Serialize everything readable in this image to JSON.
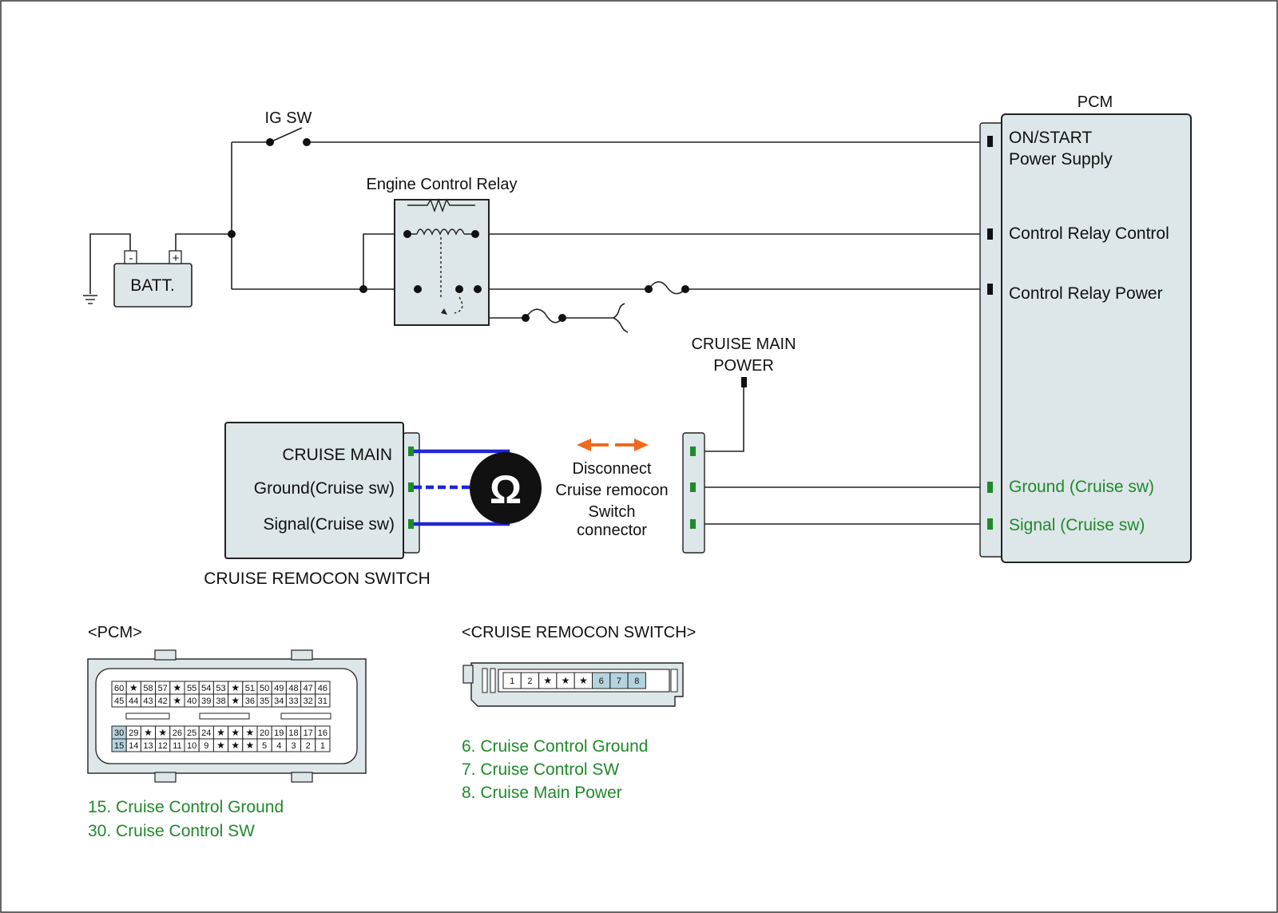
{
  "colors": {
    "wire": "#222222",
    "green": "#1f8a2a",
    "blue_wire": "#1f25d6",
    "orange": "#ee6a1d",
    "panel": "#dde6e9",
    "pin_highlight": "#b5d3df"
  },
  "labels": {
    "ig_sw": "IG SW",
    "pcm_title": "PCM",
    "engine_relay": "Engine Control Relay",
    "batt": "BATT.",
    "batt_minus": "-",
    "batt_plus": "+",
    "on_start_1": "ON/START",
    "on_start_2": "Power Supply",
    "control_relay_control": "Control Relay Control",
    "control_relay_power": "Control Relay Power",
    "cruise_main_power_1": "CRUISE MAIN",
    "cruise_main_power_2": "POWER",
    "pcm_ground": "Ground (Cruise sw)",
    "pcm_signal": "Signal (Cruise sw)",
    "sw_cruise_main": "CRUISE MAIN",
    "sw_ground": "Ground(Cruise sw)",
    "sw_signal": "Signal(Cruise sw)",
    "sw_title": "CRUISE REMOCON SWITCH",
    "ohm": "Ω",
    "disconnect_1": "Disconnect",
    "disconnect_2": "Cruise remocon",
    "disconnect_3": "Switch",
    "disconnect_4": "connector"
  },
  "connectors": {
    "pcm": {
      "title": "<PCM>",
      "top_row_1": [
        "60",
        "★",
        "58",
        "57",
        "★",
        "55",
        "54",
        "53",
        "★",
        "51",
        "50",
        "49",
        "48",
        "47",
        "46"
      ],
      "top_row_2": [
        "45",
        "44",
        "43",
        "42",
        "★",
        "40",
        "39",
        "38",
        "★",
        "36",
        "35",
        "34",
        "33",
        "32",
        "31"
      ],
      "bottom_row_1": [
        "30",
        "29",
        "★",
        "★",
        "26",
        "25",
        "24",
        "★",
        "★",
        "★",
        "20",
        "19",
        "18",
        "17",
        "16"
      ],
      "bottom_row_2": [
        "15",
        "14",
        "13",
        "12",
        "11",
        "10",
        "9",
        "★",
        "★",
        "★",
        "5",
        "4",
        "3",
        "2",
        "1"
      ],
      "highlighted": [
        "30",
        "15"
      ],
      "notes": [
        "15. Cruise Control Ground",
        "30. Cruise Control SW"
      ]
    },
    "switch": {
      "title": "<CRUISE REMOCON SWITCH>",
      "pins": [
        "1",
        "2",
        "★",
        "★",
        "★",
        "6",
        "7",
        "8"
      ],
      "highlighted": [
        "6",
        "7",
        "8"
      ],
      "notes": [
        "6. Cruise Control Ground",
        "7. Cruise Control SW",
        "8. Cruise Main Power"
      ]
    }
  }
}
